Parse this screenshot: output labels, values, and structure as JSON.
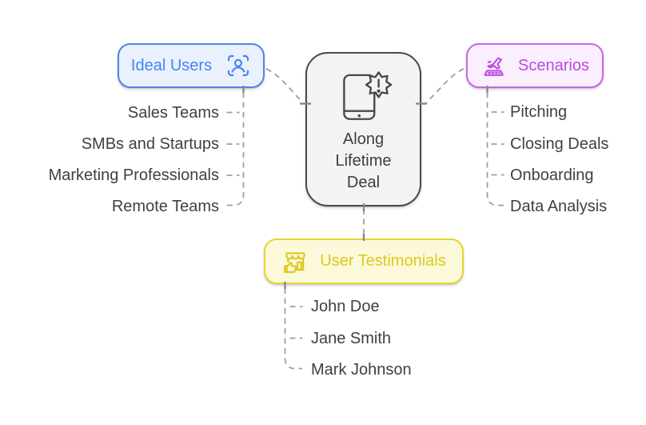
{
  "diagram": {
    "type": "mindmap",
    "background": "#ffffff",
    "connector_color": "#9e9ea2",
    "item_text_color": "#3f3f44",
    "center": {
      "title": "Along Lifetime Deal",
      "title_lines": [
        "Along",
        "Lifetime",
        "Deal"
      ],
      "icon": "smartphone-alert-icon",
      "border_color": "#48484a",
      "fill_color": "#f2f3f3",
      "text_color": "#3d3d40"
    },
    "branches": [
      {
        "label": "Ideal Users",
        "icon": "user-focus-icon",
        "accent_color": "#4285f4",
        "border_color": "#4c86ec",
        "fill_color": "#eaf1fc",
        "children": [
          "Sales Teams",
          "SMBs and Startups",
          "Marketing Professionals",
          "Remote Teams"
        ]
      },
      {
        "label": "Scenarios",
        "icon": "plane-launchpad-icon",
        "accent_color": "#bc4ae2",
        "border_color": "#ca65ea",
        "fill_color": "#faeffe",
        "children": [
          "Pitching",
          "Closing Deals",
          "Onboarding",
          "Data Analysis"
        ]
      },
      {
        "label": "User Testimonials",
        "icon": "storefront-thumbs-up-icon",
        "accent_color": "#ddc91c",
        "border_color": "#e6d62f",
        "fill_color": "#fcf9da",
        "children": [
          "John Doe",
          "Jane Smith",
          "Mark Johnson"
        ]
      }
    ]
  }
}
